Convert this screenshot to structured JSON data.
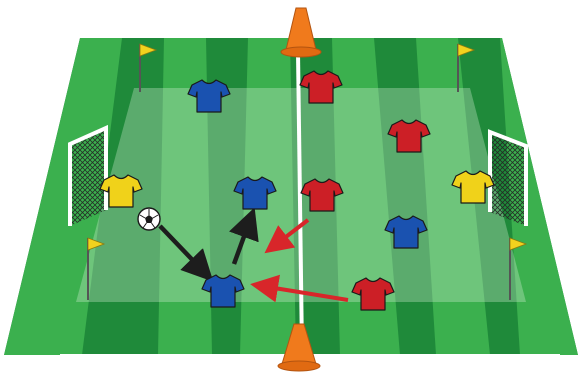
{
  "diagram": {
    "pitch": {
      "stripe_dark": "#1f8a3a",
      "stripe_light": "#3bb04e",
      "inner_overlay": "#cfe8cf",
      "line_color": "#ffffff"
    },
    "colors": {
      "blue_team": "#1a52b0",
      "red_team": "#cc1f26",
      "goalkeeper": "#f0d21a",
      "cone": "#f07a1c",
      "corner_flag": "#f2d21e",
      "pass_arrow": "#1d1d1d",
      "press_arrow": "#d8262a"
    },
    "ball": {
      "icon": "soccer-ball-icon"
    },
    "players": [
      {
        "team": "blue",
        "role": "player"
      },
      {
        "team": "blue",
        "role": "player"
      },
      {
        "team": "blue",
        "role": "player-with-ball-receiver"
      },
      {
        "team": "blue",
        "role": "player"
      },
      {
        "team": "red",
        "role": "player"
      },
      {
        "team": "red",
        "role": "player"
      },
      {
        "team": "red",
        "role": "player"
      },
      {
        "team": "red",
        "role": "player"
      },
      {
        "team": "yellow",
        "role": "goalkeeper-left"
      },
      {
        "team": "yellow",
        "role": "goalkeeper-right"
      }
    ],
    "arrows": [
      {
        "type": "pass",
        "color": "black"
      },
      {
        "type": "pass",
        "color": "black"
      },
      {
        "type": "press",
        "color": "red"
      },
      {
        "type": "press",
        "color": "red"
      }
    ]
  }
}
